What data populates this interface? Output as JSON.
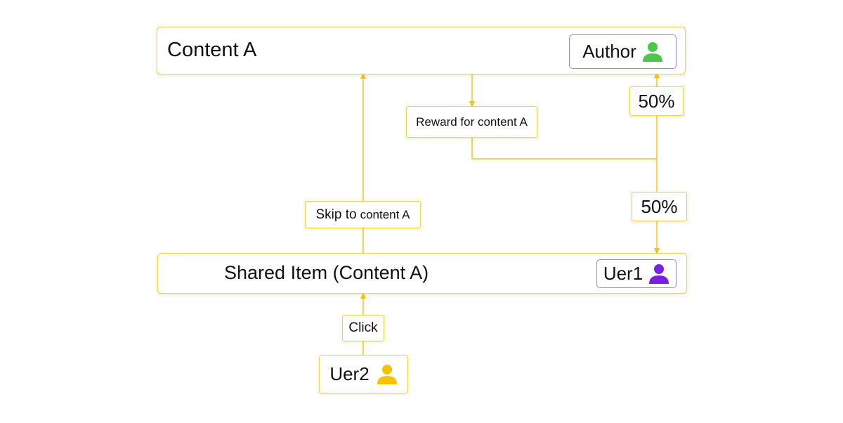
{
  "colors": {
    "connector": "#f1c40f",
    "box_border": "#f1d34a",
    "badge_border": "#8f8cf0",
    "author_icon": "#4cc74a",
    "user1_icon": "#7c1fe0",
    "user2_icon": "#f5c400"
  },
  "content_box": {
    "title": "Content A",
    "author_badge": {
      "label": "Author",
      "icon": "person-icon"
    }
  },
  "reward_label": "Reward for content A",
  "split_top_label": "50%",
  "split_bottom_label": "50%",
  "skip_label": {
    "prefix": "Skip to",
    "suffix": "content A"
  },
  "shared_box": {
    "title": "Shared Item (Content A)",
    "user_badge": {
      "label": "Uer1",
      "icon": "person-icon"
    }
  },
  "click_label": "Click",
  "user2_box": {
    "label": "Uer2",
    "icon": "person-icon"
  }
}
